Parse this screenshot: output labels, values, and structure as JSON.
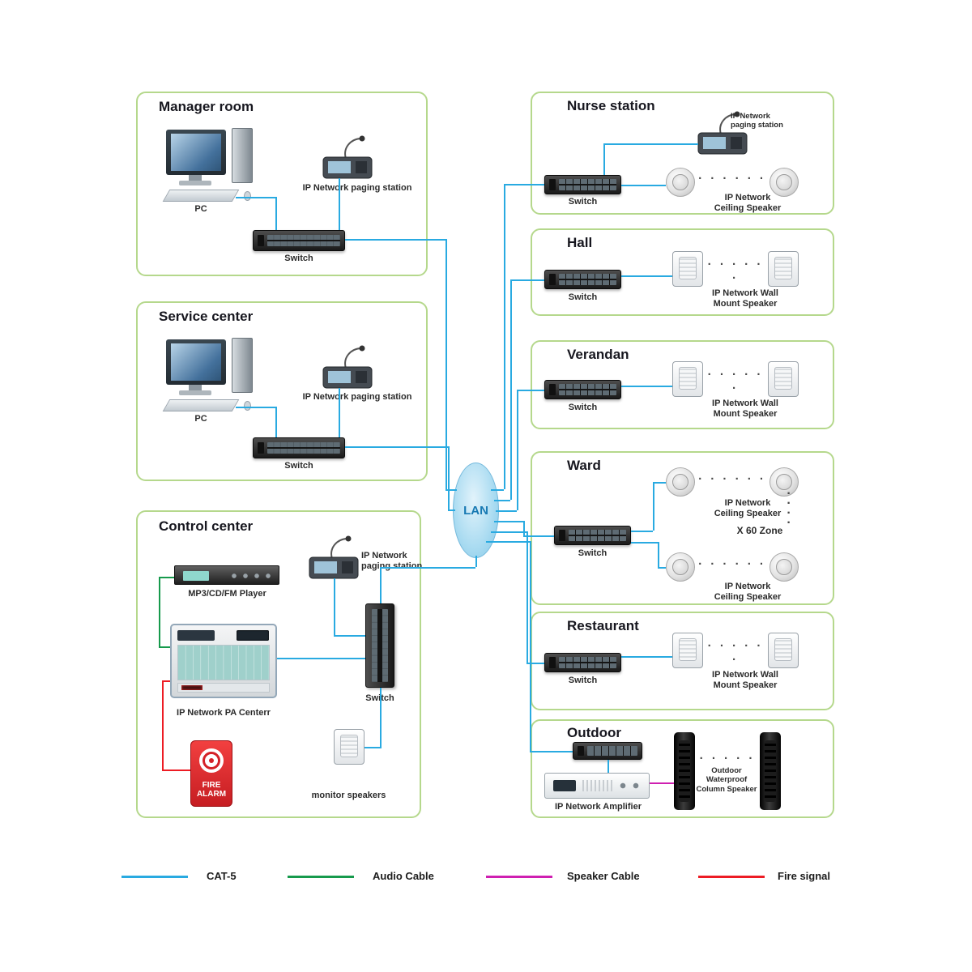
{
  "sections": {
    "manager": {
      "title": "Manager room",
      "pc_label": "PC",
      "paging_label": "IP Network paging station",
      "switch_label": "Switch"
    },
    "service": {
      "title": "Service center",
      "pc_label": "PC",
      "paging_label": "IP Network paging station",
      "switch_label": "Switch"
    },
    "control": {
      "title": "Control center",
      "mp3_label": "MP3/CD/FM Player",
      "paging_label": "IP Network\npaging station",
      "switch_label": "Switch",
      "pa_label": "IP Network PA Centerr",
      "fire_label": "FIRE\nALARM",
      "monitor_label": "monitor speakers"
    },
    "nurse": {
      "title": "Nurse station",
      "paging_label": "IP Network\npaging station",
      "switch_label": "Switch",
      "speaker_label": "IP Network\nCeiling Speaker",
      "dots": "· · · · · ·"
    },
    "hall": {
      "title": "Hall",
      "switch_label": "Switch",
      "speaker_label": "IP Network Wall\nMount Speaker",
      "dots": "· · · · · ·"
    },
    "verandan": {
      "title": "Verandan",
      "switch_label": "Switch",
      "speaker_label": "IP Network Wall\nMount Speaker",
      "dots": "· · · · · ·"
    },
    "ward": {
      "title": "Ward",
      "switch_label": "Switch",
      "speaker_top_label": "IP Network\nCeiling Speaker",
      "speaker_bottom_label": "IP Network\nCeiling Speaker",
      "zone_label": "X 60 Zone",
      "dots": "· · · · · ·",
      "vdots": "·\n·\n·\n·"
    },
    "restaurant": {
      "title": "Restaurant",
      "switch_label": "Switch",
      "speaker_label": "IP Network Wall\nMount Speaker",
      "dots": "· · · · · ·"
    },
    "outdoor": {
      "title": "Outdoor",
      "amp_label": "IP Network Amplifier",
      "speaker_label": "Outdoor Waterproof\nColumn Speaker",
      "dots": "· · · · ·"
    }
  },
  "lan": {
    "label": "LAN"
  },
  "legend": [
    {
      "label": "CAT-5",
      "color": "#29aae1"
    },
    {
      "label": "Audio Cable",
      "color": "#169a4c"
    },
    {
      "label": "Speaker Cable",
      "color": "#cf1fb1"
    },
    {
      "label": "Fire signal",
      "color": "#ed1c24"
    }
  ]
}
